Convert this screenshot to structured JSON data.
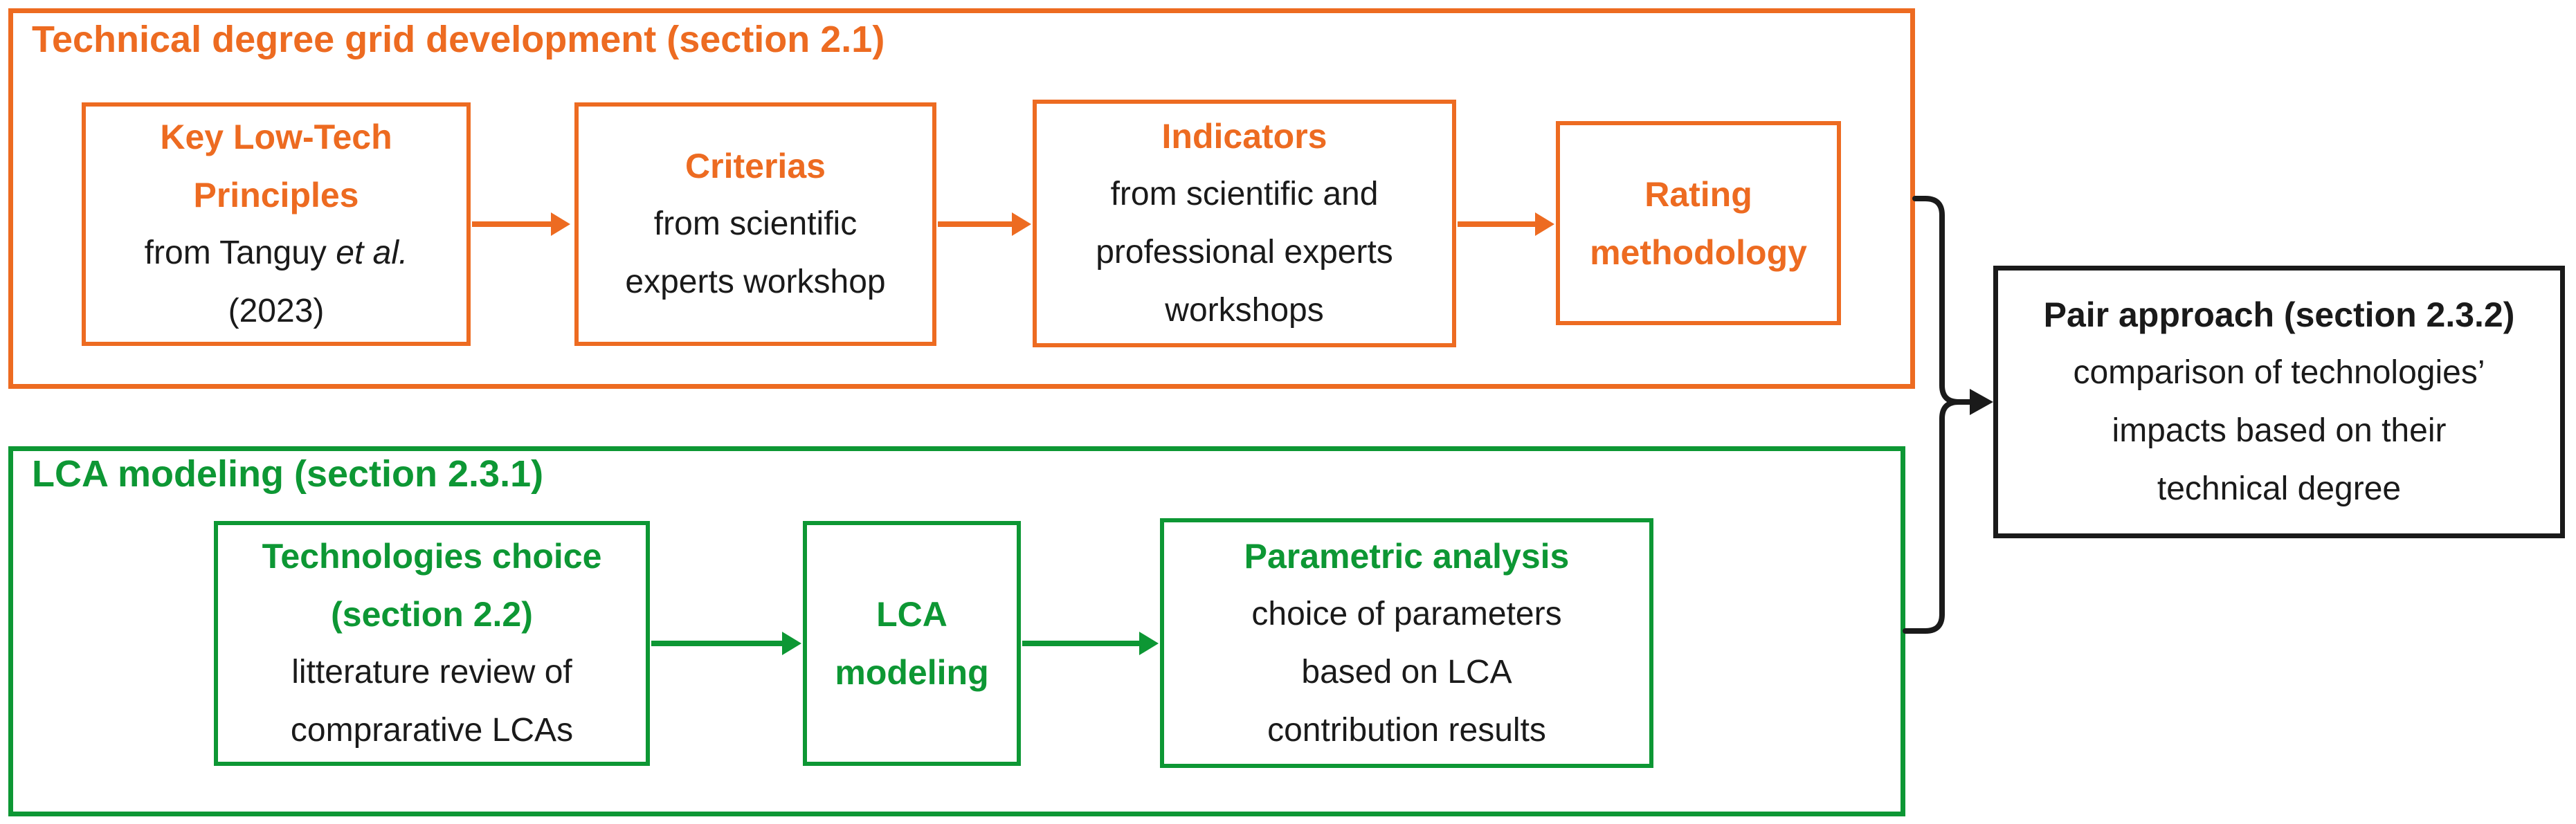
{
  "palette": {
    "orange": "#ED6B21",
    "green": "#0D9734",
    "black": "#1A1A1A",
    "background": "#FFFFFF"
  },
  "orange_section": {
    "title": "Technical degree grid development (section 2.1)",
    "box1": {
      "h1": "Key Low-Tech",
      "h2": "Principles",
      "b1_prefix": "from Tanguy ",
      "b1_italic": "et al.",
      "b2": "(2023)"
    },
    "box2": {
      "h1": "Criterias",
      "b1": "from scientific",
      "b2": "experts workshop"
    },
    "box3": {
      "h1": "Indicators",
      "b1": "from scientific and",
      "b2": "professional experts",
      "b3": "workshops"
    },
    "box4": {
      "h1": "Rating",
      "h2": "methodology"
    }
  },
  "green_section": {
    "title": "LCA modeling (section 2.3.1)",
    "box1": {
      "h1": "Technologies choice",
      "h2": "(section 2.2)",
      "b1": "litterature review of",
      "b2": "comprarative LCAs"
    },
    "box2": {
      "h1": "LCA",
      "h2": "modeling"
    },
    "box3": {
      "h1": "Parametric analysis",
      "b1": "choice of parameters",
      "b2": "based on LCA",
      "b3": "contribution results"
    }
  },
  "result_box": {
    "h1": "Pair approach (section 2.3.2)",
    "b1": "comparison of technologies’",
    "b2": "impacts based on their",
    "b3": "technical degree"
  }
}
